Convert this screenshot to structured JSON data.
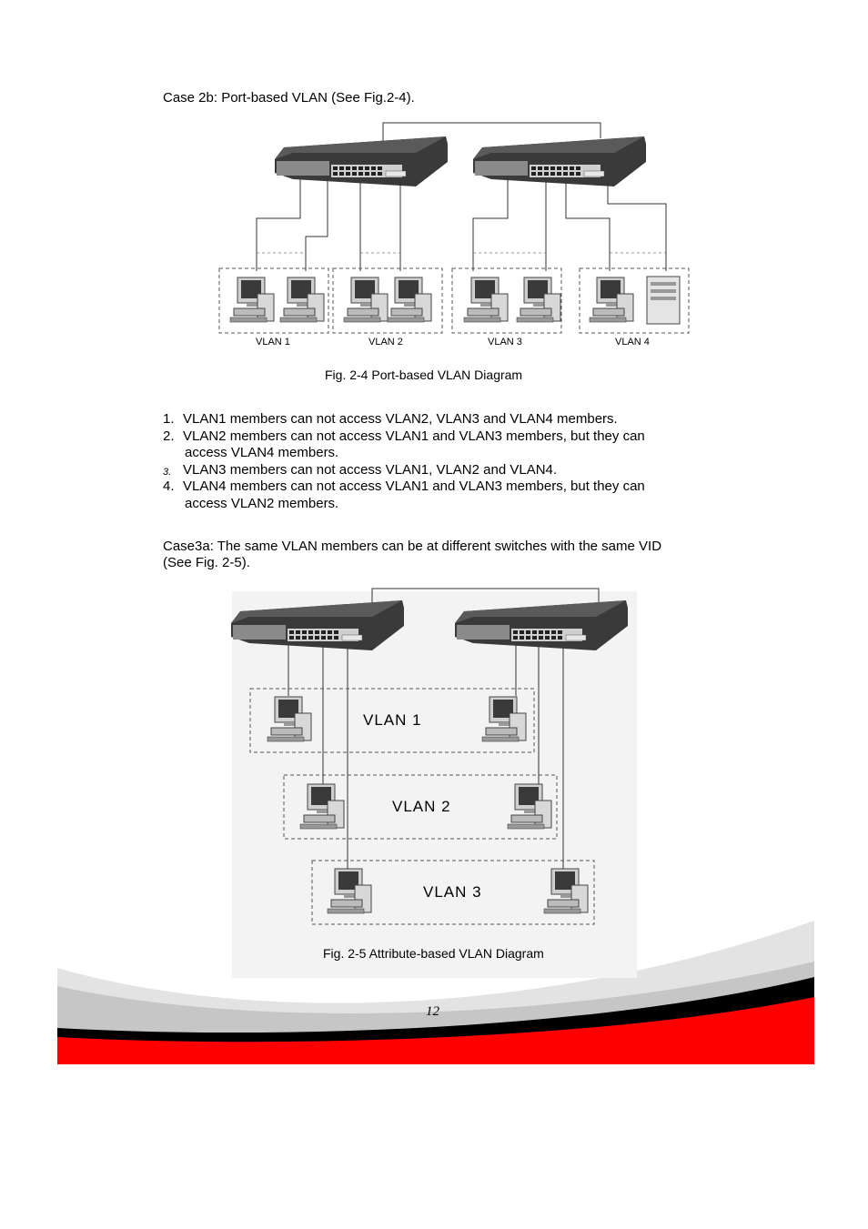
{
  "case2b_heading": "Case 2b: Port-based VLAN (See Fig.2-4).",
  "fig24": {
    "vlan_labels": [
      "VLAN 1",
      "VLAN 2",
      "VLAN 3",
      "VLAN 4"
    ],
    "caption": "Fig. 2-4 Port-based VLAN Diagram"
  },
  "list": [
    {
      "num": "1.",
      "line1": "VLAN1 members can not access VLAN2, VLAN3 and VLAN4 members.",
      "line2": ""
    },
    {
      "num": "2.",
      "line1": "VLAN2 members can not access VLAN1 and VLAN3 members, but they can",
      "line2": "access VLAN4 members."
    },
    {
      "num": "3.",
      "line1": "VLAN3 members can not access VLAN1, VLAN2 and VLAN4.",
      "line2": ""
    },
    {
      "num": "4.",
      "line1": "VLAN4 members can not access VLAN1 and VLAN3 members, but they can",
      "line2": "access VLAN2 members."
    }
  ],
  "case3a": {
    "line1": "Case3a:  The same VLAN members can be at different switches with the same VID",
    "line2": "(See Fig. 2-5)."
  },
  "fig25": {
    "vlan_labels": [
      "VLAN 1",
      "VLAN 2",
      "VLAN 3"
    ],
    "caption": "Fig. 2-5 Attribute-based VLAN Diagram"
  },
  "page_number": "12",
  "colors": {
    "accent_red": "#ff0000",
    "band_black": "#000000",
    "swoosh_gray": "#d9d9d9"
  }
}
